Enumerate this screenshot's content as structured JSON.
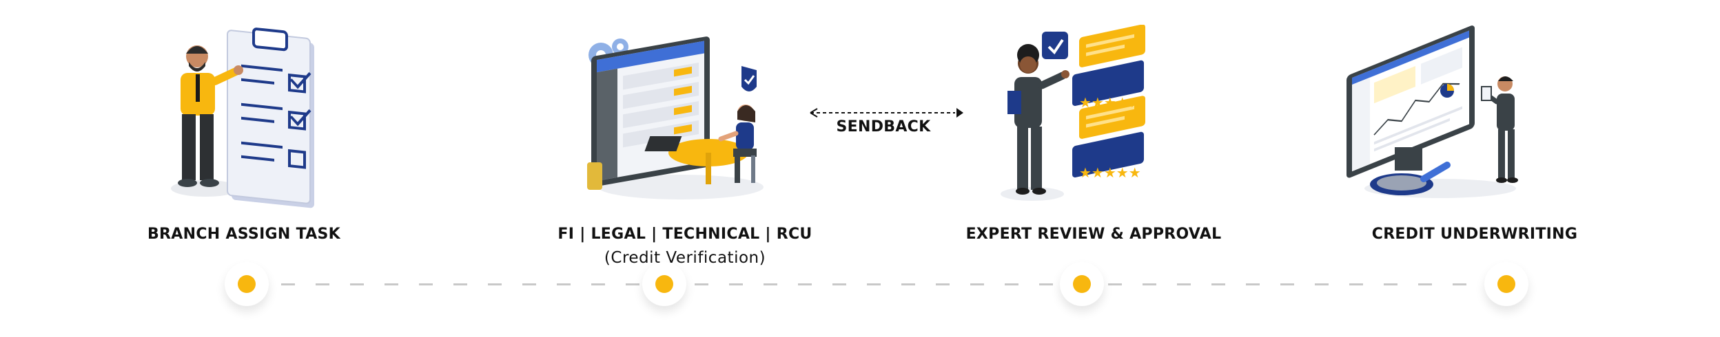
{
  "steps": [
    {
      "label": "BRANCH ASSIGN TASK",
      "sub": ""
    },
    {
      "label": "FI | LEGAL | TECHNICAL | RCU",
      "sub": "(Credit Verification)"
    },
    {
      "label": "EXPERT REVIEW & APPROVAL",
      "sub": ""
    },
    {
      "label": "CREDIT UNDERWRITING",
      "sub": ""
    }
  ],
  "connector": {
    "label": "SENDBACK",
    "direction": "from-step-3-to-step-2"
  },
  "colors": {
    "accent_yellow": "#f8b70f",
    "navy": "#1e3a8a",
    "dark_gray": "#3a4247",
    "light_gray": "#e6e8ee",
    "blue": "#3f6fd6",
    "text": "#111111"
  },
  "icons": [
    "checklist-clipboard-icon",
    "verification-desk-icon",
    "review-rating-icon",
    "analytics-dashboard-icon"
  ]
}
